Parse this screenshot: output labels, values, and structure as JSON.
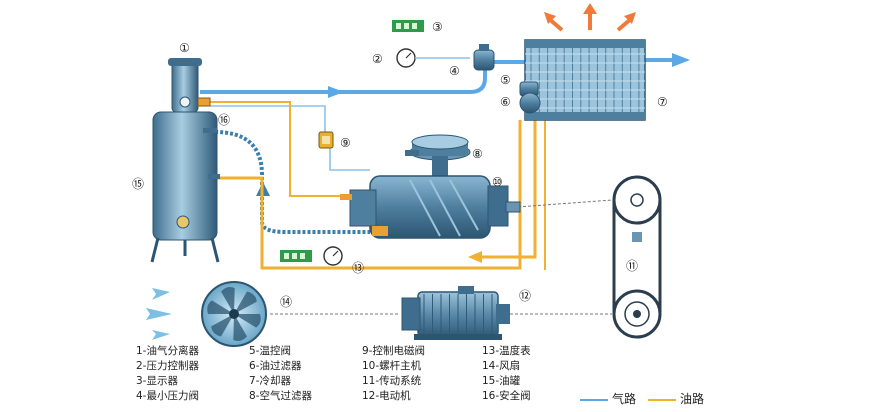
{
  "callouts": [
    {
      "id": "1",
      "label": "①"
    },
    {
      "id": "2",
      "label": "②"
    },
    {
      "id": "3",
      "label": "③"
    },
    {
      "id": "4",
      "label": "④"
    },
    {
      "id": "5",
      "label": "⑤"
    },
    {
      "id": "6",
      "label": "⑥"
    },
    {
      "id": "7",
      "label": "⑦"
    },
    {
      "id": "8",
      "label": "⑧"
    },
    {
      "id": "9",
      "label": "⑨"
    },
    {
      "id": "10",
      "label": "⑩"
    },
    {
      "id": "11",
      "label": "⑪"
    },
    {
      "id": "12",
      "label": "⑫"
    },
    {
      "id": "13",
      "label": "⑬"
    },
    {
      "id": "14",
      "label": "⑭"
    },
    {
      "id": "15",
      "label": "⑮"
    },
    {
      "id": "16",
      "label": "⑯"
    }
  ],
  "legend": {
    "items": [
      "1-油气分离器",
      "2-压力控制器",
      "3-显示器",
      "4-最小压力阀",
      "5-温控阀",
      "6-油过滤器",
      "7-冷却器",
      "8-空气过滤器",
      "9-控制电磁阀",
      "10-螺杆主机",
      "11-传动系统",
      "12-电动机",
      "13-温度表",
      "14-风扇",
      "15-油罐",
      "16-安全阀"
    ],
    "air_path": "气路",
    "oil_path": "油路"
  },
  "colors": {
    "air": "#5aa9e6",
    "oil": "#f0b030",
    "steel": "#4f7f9f",
    "steel_light": "#9cc0d6",
    "arrow_hot": "#f07a3a"
  }
}
